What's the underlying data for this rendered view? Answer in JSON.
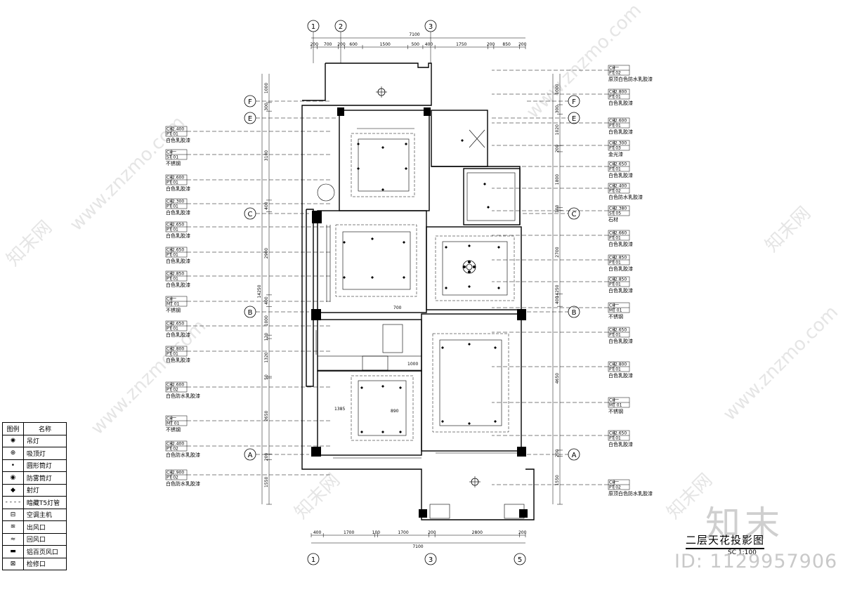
{
  "title": "二层天花投影图",
  "scale": "SC 1:100",
  "axes": {
    "top": [
      "1",
      "2",
      "3"
    ],
    "bottom": [
      "1",
      "3",
      "5"
    ],
    "rows": [
      "F",
      "E",
      "C",
      "B",
      "A"
    ]
  },
  "top_dims": [
    "200",
    "700",
    "200",
    "600",
    "1500",
    "500",
    "400",
    "1750",
    "200",
    "850",
    "200"
  ],
  "top_total": "7100",
  "bottom_dims": [
    "400",
    "1700",
    "100",
    "1700",
    "200",
    "2800",
    "200"
  ],
  "bottom_total": "7100",
  "left_dims": [
    "1000",
    "300",
    "3100",
    "400",
    "2900",
    "400",
    "1000",
    "120",
    "1320",
    "50",
    "2650",
    "200",
    "1550"
  ],
  "left_total": "14250",
  "right_dims": [
    "1000",
    "300",
    "1020",
    "200",
    "1800",
    "100",
    "2700",
    "400",
    "4650",
    "200",
    "1550"
  ],
  "right_total": "14250",
  "left_tags": [
    {
      "code": "CH2.400",
      "mat": "PT 01",
      "name": "白色乳胶漆"
    },
    {
      "code": "CH一",
      "mat": "ST 01",
      "name": "不锈钢"
    },
    {
      "code": "CH2.600",
      "mat": "PT 01",
      "name": "白色乳胶漆"
    },
    {
      "code": "CH2.300",
      "mat": "PT 01",
      "name": "白色乳胶漆"
    },
    {
      "code": "CH2.650",
      "mat": "PT 01",
      "name": "白色乳胶漆"
    },
    {
      "code": "CH2.650",
      "mat": "PT 01",
      "name": "白色乳胶漆"
    },
    {
      "code": "CH2.850",
      "mat": "PT 01",
      "name": "白色乳胶漆"
    },
    {
      "code": "CH一",
      "mat": "MT 01",
      "name": "不锈钢"
    },
    {
      "code": "CH2.650",
      "mat": "PT 01",
      "name": "白色乳胶漆"
    },
    {
      "code": "CH2.800",
      "mat": "PT 01",
      "name": "白色乳胶漆"
    },
    {
      "code": "CH2.600",
      "mat": "PT 02",
      "name": "白色防水乳胶漆"
    },
    {
      "code": "CH一",
      "mat": "MT 01",
      "name": "不锈钢"
    },
    {
      "code": "CH2.400",
      "mat": "PT 02",
      "name": "白色防水乳胶漆"
    },
    {
      "code": "CH2.900",
      "mat": "PT 02",
      "name": "白色防水乳胶漆"
    }
  ],
  "right_tags": [
    {
      "code": "CH一",
      "mat": "PT 02",
      "name": "原顶白色防水乳胶漆"
    },
    {
      "code": "CH2.800",
      "mat": "PT 01",
      "name": "白色乳胶漆"
    },
    {
      "code": "CH2.600",
      "mat": "PT 01",
      "name": "白色乳胶漆"
    },
    {
      "code": "CH2.300",
      "mat": "PT 03",
      "name": "金光漆"
    },
    {
      "code": "CH2.650",
      "mat": "PT 01",
      "name": "白色乳胶漆"
    },
    {
      "code": "CH2.400",
      "mat": "PT 02",
      "name": "白色防水乳胶漆"
    },
    {
      "code": "CH2.380",
      "mat": "ST 05",
      "name": "石材"
    },
    {
      "code": "CH2.660",
      "mat": "PT 01",
      "name": "白色乳胶漆"
    },
    {
      "code": "CH2.850",
      "mat": "PT 01",
      "name": "白色乳胶漆"
    },
    {
      "code": "CH2.850",
      "mat": "PT 01",
      "name": "白色乳胶漆"
    },
    {
      "code": "CH一",
      "mat": "MT 01",
      "name": "不锈钢"
    },
    {
      "code": "CH2.650",
      "mat": "PT 01",
      "name": "白色乳胶漆"
    },
    {
      "code": "CH2.800",
      "mat": "PT 01",
      "name": "白色乳胶漆"
    },
    {
      "code": "CH一",
      "mat": "MT 01",
      "name": "不锈钢"
    },
    {
      "code": "CH2.650",
      "mat": "PT 01",
      "name": "白色乳胶漆"
    },
    {
      "code": "CH一",
      "mat": "PT 02",
      "name": "原顶白色防水乳胶漆"
    }
  ],
  "legend": {
    "header_symbol": "图例",
    "header_name": "名称",
    "items": [
      {
        "icon": "pendant-lamp-icon",
        "name": "吊灯"
      },
      {
        "icon": "ceiling-lamp-icon",
        "name": "吸顶灯"
      },
      {
        "icon": "round-downlight-icon",
        "name": "圆形筒灯"
      },
      {
        "icon": "fog-downlight-icon",
        "name": "防雾筒灯"
      },
      {
        "icon": "spotlight-icon",
        "name": "射灯"
      },
      {
        "icon": "hidden-t5-tube-icon",
        "name": "暗藏T5灯管"
      },
      {
        "icon": "ac-unit-icon",
        "name": "空调主机"
      },
      {
        "icon": "air-outlet-icon",
        "name": "出风口"
      },
      {
        "icon": "air-return-icon",
        "name": "回风口"
      },
      {
        "icon": "louver-return-icon",
        "name": "铝百页风口"
      },
      {
        "icon": "access-panel-icon",
        "name": "检修口"
      }
    ]
  },
  "room_dims": [
    "1385",
    "890",
    "1000",
    "700"
  ],
  "watermark": {
    "site": "www.znzmo.com",
    "brand": "知末网",
    "logo": "知末",
    "id": "ID: 1129957906"
  }
}
